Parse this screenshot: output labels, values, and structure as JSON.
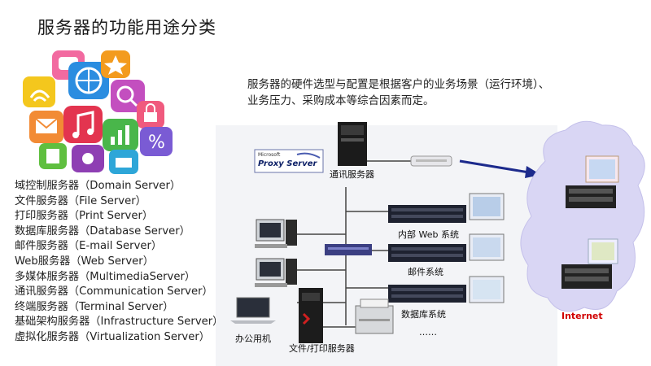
{
  "title": "服务器的功能用途分类",
  "intro": {
    "line1": "服务器的硬件选型与配置是根据客户的业务场景（运行环境）、",
    "line2": "业务压力、采购成本等综合因素而定。"
  },
  "server_types": [
    "域控制服务器（Domain Server）",
    "文件服务器（File Server）",
    "打印服务器（Print Server）",
    "数据库服务器（Database Server）",
    "邮件服务器（E-mail Server）",
    "Web服务器（Web Server）",
    "多媒体服务器（MultimediaServer）",
    "通讯服务器（Communication Server）",
    "终端服务器（Terminal Server）",
    "基础架构服务器（Infrastructure Server）",
    "虚拟化服务器（Virtualization Server）"
  ],
  "diagram": {
    "proxy_brand": "Microsoft",
    "proxy_name": "Proxy Server",
    "comm_server_label": "通讯服务器",
    "intranet_web_label": "内部 Web 系统",
    "mail_system_label": "邮件系统",
    "database_system_label": "数据库系统",
    "more_label": "……",
    "office_pc_label": "办公用机",
    "file_print_label": "文件/打印服务器",
    "internet_label": "Internet"
  },
  "colors": {
    "arrow": "#1c2a8c",
    "cloud": "#d9d6f4",
    "internet_text": "#d10000"
  }
}
